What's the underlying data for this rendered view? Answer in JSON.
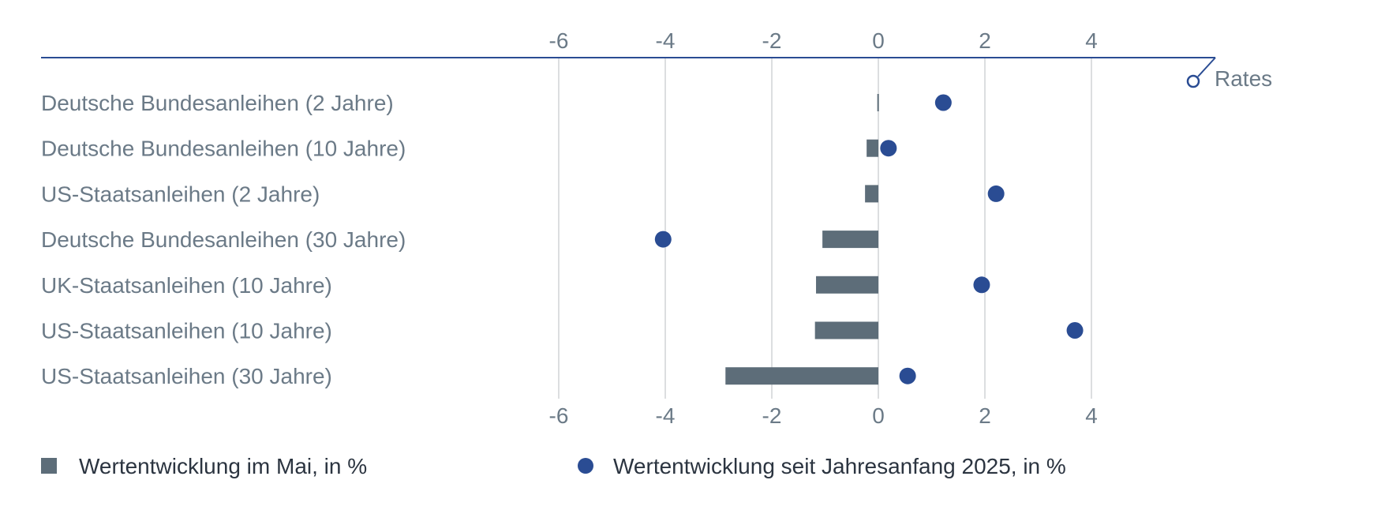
{
  "chart_data": {
    "type": "bar",
    "orientation": "horizontal",
    "categories": [
      "Deutsche Bundesanleihen (2 Jahre)",
      "Deutsche Bundesanleihen (10 Jahre)",
      "US-Staatsanleihen (2 Jahre)",
      "Deutsche Bundesanleihen (30 Jahre)",
      "UK-Staatsanleihen (10 Jahre)",
      "US-Staatsanleihen (10 Jahre)",
      "US-Staatsanleihen (30 Jahre)"
    ],
    "series": [
      {
        "name": "Wertentwicklung im Mai, in %",
        "kind": "bar",
        "color": "#5d6d79",
        "values": [
          -0.02,
          -0.22,
          -0.25,
          -1.05,
          -1.17,
          -1.19,
          -2.87
        ]
      },
      {
        "name": "Wertentwicklung seit Jahresanfang 2025, in %",
        "kind": "dot",
        "color": "#2a4c93",
        "values": [
          1.22,
          0.19,
          2.21,
          -4.04,
          1.94,
          3.69,
          0.55
        ]
      }
    ],
    "xlim": [
      -7,
      5
    ],
    "xticks": [
      -6,
      -4,
      -2,
      0,
      2,
      4
    ],
    "tick_labels": [
      "-6",
      "-4",
      "-2",
      "0",
      "2",
      "4"
    ],
    "grid": true,
    "legend_position": "bottom",
    "axis_colors": {
      "axis": "#2a4c93",
      "grid": "#d0d3d6"
    }
  },
  "badge": {
    "label": "Rates"
  }
}
